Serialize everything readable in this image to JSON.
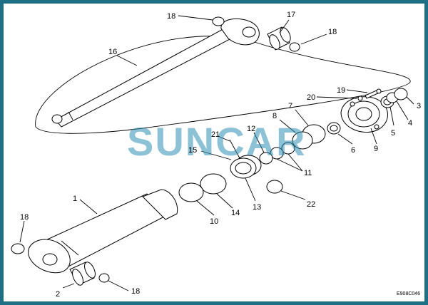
{
  "brand": {
    "watermark": "SUNCAR",
    "color": "#2f8fb5",
    "frame_color": "#1f6f85"
  },
  "drawing_code": "E908C046",
  "callouts": {
    "c1": "1",
    "c2": "2",
    "c3": "3",
    "c4": "4",
    "c5": "5",
    "c6": "6",
    "c7": "7",
    "c8": "8",
    "c9": "9",
    "c10": "10",
    "c11": "11",
    "c12": "12",
    "c13": "13",
    "c14": "14",
    "c15": "15",
    "c16": "16",
    "c17": "17",
    "c18": "18",
    "c19": "19",
    "c20": "20",
    "c21": "21",
    "c22": "22"
  }
}
